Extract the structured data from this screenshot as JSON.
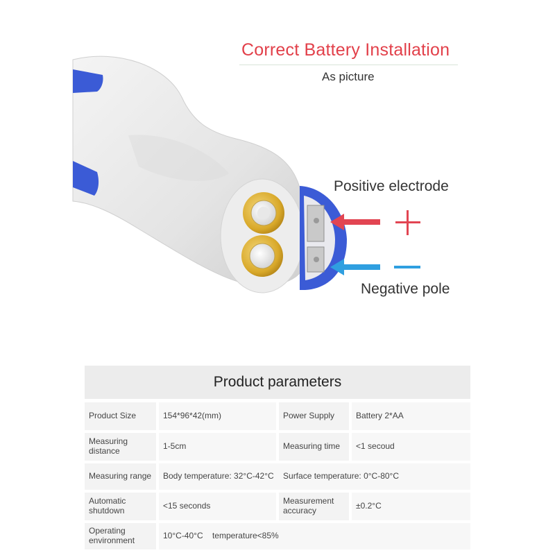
{
  "header": {
    "title": "Correct Battery Installation",
    "subtitle": "As picture"
  },
  "labels": {
    "positive": "Positive electrode",
    "negative": "Negative pole"
  },
  "colors": {
    "title_red": "#e2404a",
    "arrow_red": "#e24552",
    "arrow_blue": "#2f9fe0",
    "device_blue": "#3b5bd6",
    "battery_gold": "#d9b23a"
  },
  "parameters": {
    "heading": "Product parameters",
    "rows": [
      {
        "label1": "Product Size",
        "value1": "154*96*42(mm)",
        "label2": "Power Supply",
        "value2": "Battery 2*AA"
      },
      {
        "label1": "Measuring distance",
        "value1": "1-5cm",
        "label2": "Measuring time",
        "value2": "<1 secoud"
      },
      {
        "label1": "Measuring range",
        "value_full": "Body temperature: 32°C-42°C    Surface temperature: 0°C-80°C"
      },
      {
        "label1": "Automatic shutdown",
        "value1": "<15 seconds",
        "label2": "Measurement accuracy",
        "value2": "±0.2°C"
      },
      {
        "label1": "Operating environment",
        "value_full": "10°C-40°C    temperature<85%"
      }
    ]
  }
}
